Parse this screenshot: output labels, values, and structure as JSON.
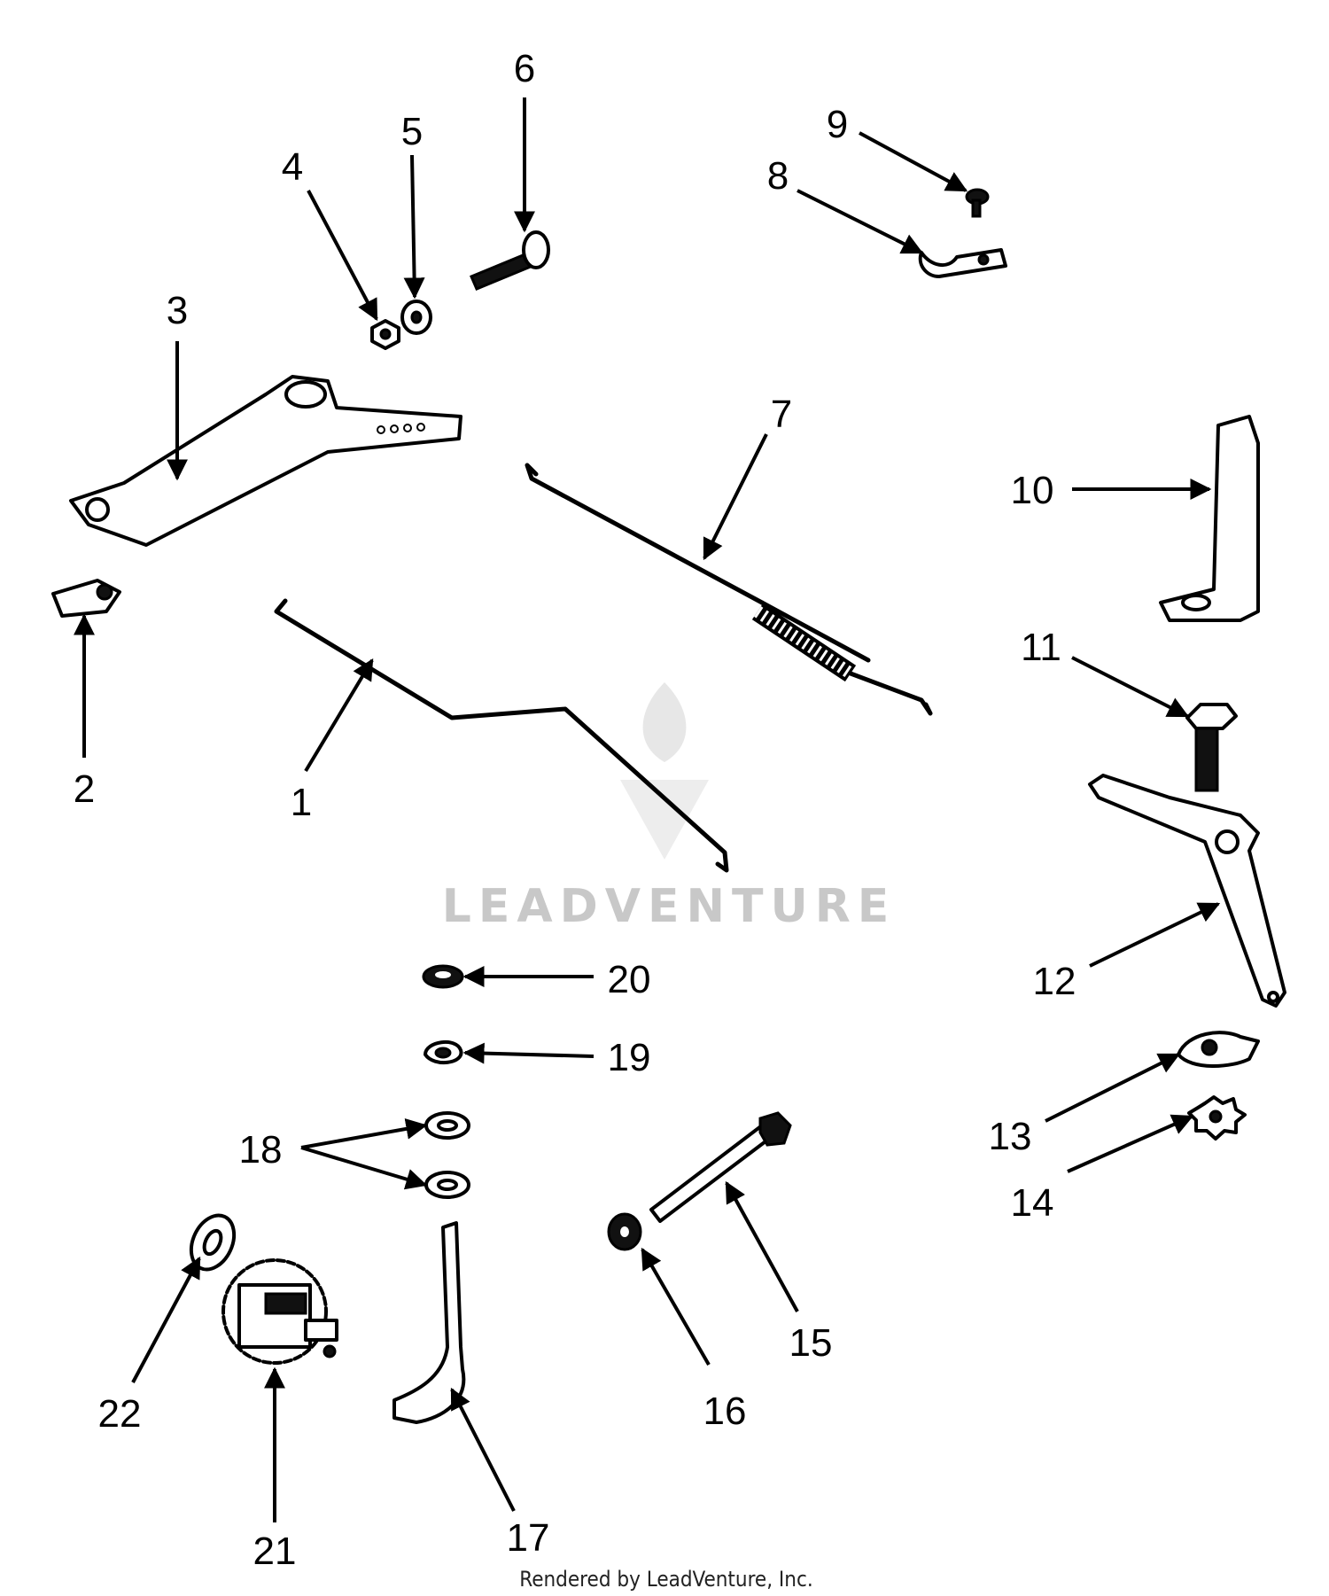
{
  "callouts": {
    "c1": "1",
    "c2": "2",
    "c3": "3",
    "c4": "4",
    "c5": "5",
    "c6": "6",
    "c7": "7",
    "c8": "8",
    "c9": "9",
    "c10": "10",
    "c11": "11",
    "c12": "12",
    "c13": "13",
    "c14": "14",
    "c15": "15",
    "c16": "16",
    "c17": "17",
    "c18": "18",
    "c19": "19",
    "c20": "20",
    "c21": "21",
    "c22": "22"
  },
  "watermark": {
    "text": "LEADVENTURE"
  },
  "footer": {
    "text": "Rendered by LeadVenture, Inc."
  },
  "colors": {
    "line": "#000000",
    "background": "#ffffff",
    "watermark": "#c8c8c8"
  }
}
